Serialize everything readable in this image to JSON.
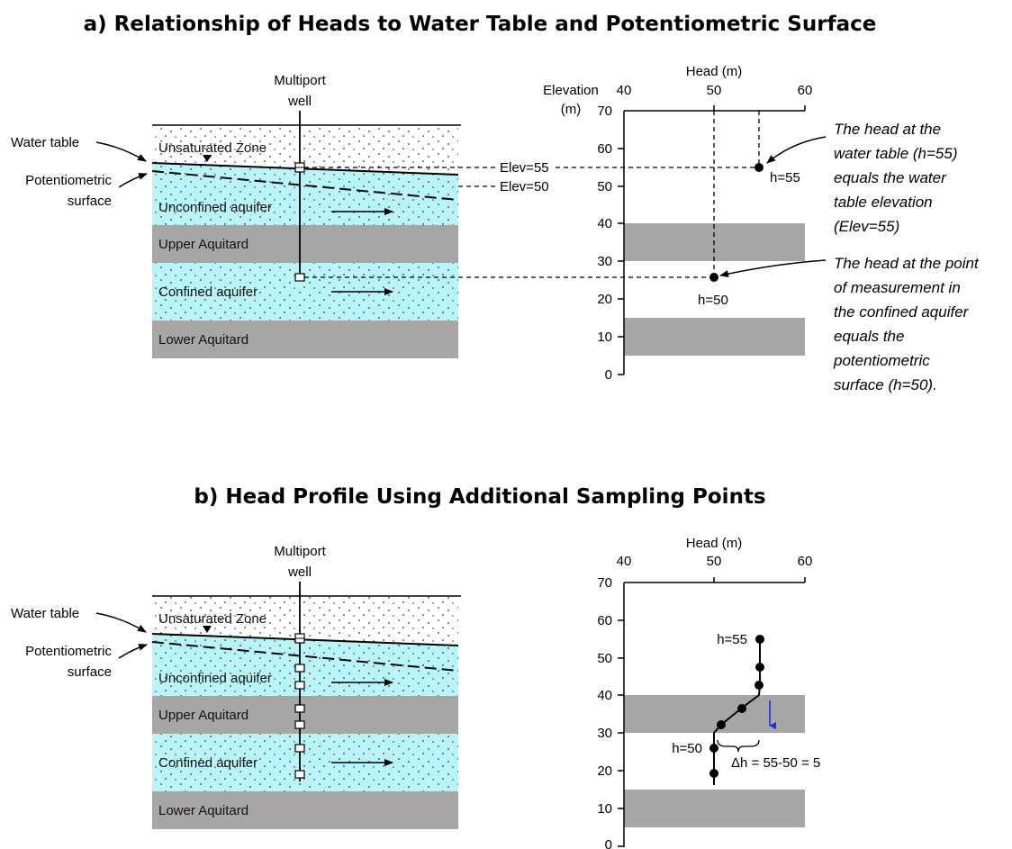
{
  "panel_a": {
    "title": "a) Relationship of Heads to Water Table and Potentiometric Surface",
    "well_label_line1": "Multiport",
    "well_label_line2": "well",
    "water_table_label": "Water table",
    "potentiometric_label_line1": "Potentiometric",
    "potentiometric_label_line2": "surface",
    "layers": [
      "Unsaturated Zone",
      "Unconfined aquifer",
      "Upper Aquitard",
      "Confined aquifer",
      "Lower Aquitard"
    ],
    "elev_label_55": "Elev=55",
    "elev_label_50": "Elev=50",
    "axis_ylabel_line1": "Elevation",
    "axis_ylabel_line2": "(m)",
    "axis_xlabel": "Head (m)",
    "x_ticks": [
      "40",
      "50",
      "60"
    ],
    "y_ticks": [
      "70",
      "60",
      "50",
      "40",
      "30",
      "20",
      "10",
      "0"
    ],
    "point_label_55": "h=55",
    "point_label_50": "h=50",
    "note1": [
      "The head at the",
      "water table (h=55)",
      "equals the water",
      "table elevation",
      "(Elev=55)"
    ],
    "note2": [
      "The head at the point",
      "of measurement in",
      "the confined aquifer",
      "equals the",
      "potentiometric",
      "surface (h=50)."
    ]
  },
  "panel_b": {
    "title": "b) Head Profile Using Additional Sampling Points",
    "well_label_line1": "Multiport",
    "well_label_line2": "well",
    "water_table_label": "Water table",
    "potentiometric_label_line1": "Potentiometric",
    "potentiometric_label_line2": "surface",
    "layers": [
      "Unsaturated Zone",
      "Unconfined aquifer",
      "Upper Aquitard",
      "Confined aquifer",
      "Lower Aquitard"
    ],
    "axis_xlabel": "Head (m)",
    "x_ticks": [
      "40",
      "50",
      "60"
    ],
    "y_ticks": [
      "70",
      "60",
      "50",
      "40",
      "30",
      "20",
      "10",
      "0"
    ],
    "point_label_55": "h=55",
    "point_label_50": "h=50",
    "delta_label": "Δh = 55-50 = 5"
  },
  "colors": {
    "aquifer": "#b8f4f8",
    "aquitard": "#a6a6a6",
    "arrow_blue": "#1f2fd6"
  }
}
